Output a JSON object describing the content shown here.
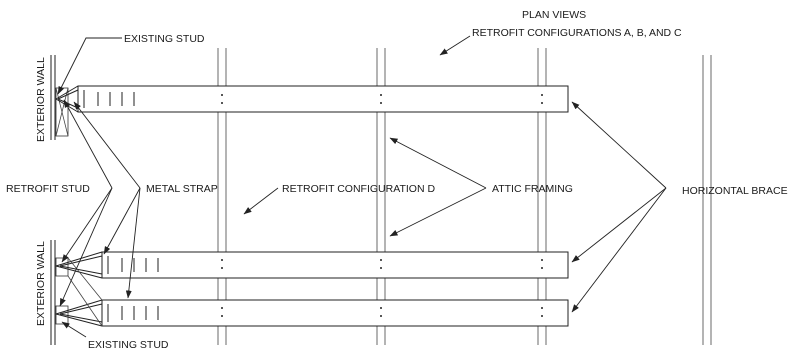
{
  "labels": {
    "plan_views": "PLAN VIEWS",
    "configs_abc": "RETROFIT CONFIGURATIONS A, B, AND C",
    "existing_stud_top": "EXISTING STUD",
    "exterior_wall_top": "EXTERIOR WALL",
    "retrofit_stud": "RETROFIT STUD",
    "metal_strap": "METAL STRAP",
    "config_d": "RETROFIT CONFIGURATION D",
    "attic_framing": "ATTIC FRAMING",
    "horizontal_brace": "HORIZONTAL BRACE",
    "exterior_wall_bottom": "EXTERIOR WALL",
    "existing_stud_bottom": "EXISTING STUD"
  }
}
